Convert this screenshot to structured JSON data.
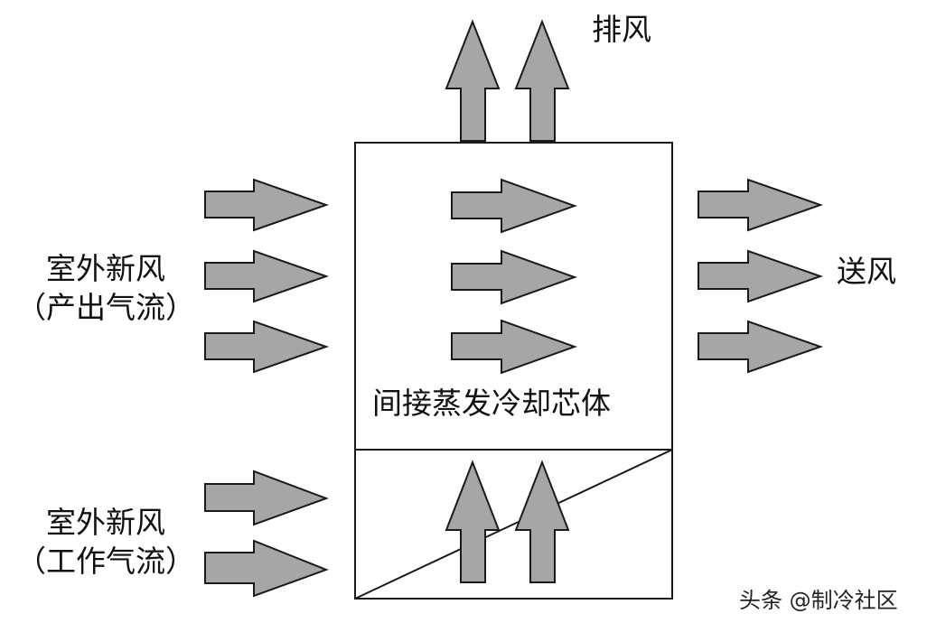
{
  "labels": {
    "exhaust": "排风",
    "supply": "送风",
    "outdoor_product_line1": "室外新风",
    "outdoor_product_line2": "（产出气流）",
    "outdoor_working_line1": "室外新风",
    "outdoor_working_line2": "（工作气流）",
    "core": "间接蒸发冷却芯体"
  },
  "watermark": "头条 @制冷社区",
  "colors": {
    "arrow_fill": "#a6a6a6",
    "stroke": "#1a1a1a"
  }
}
